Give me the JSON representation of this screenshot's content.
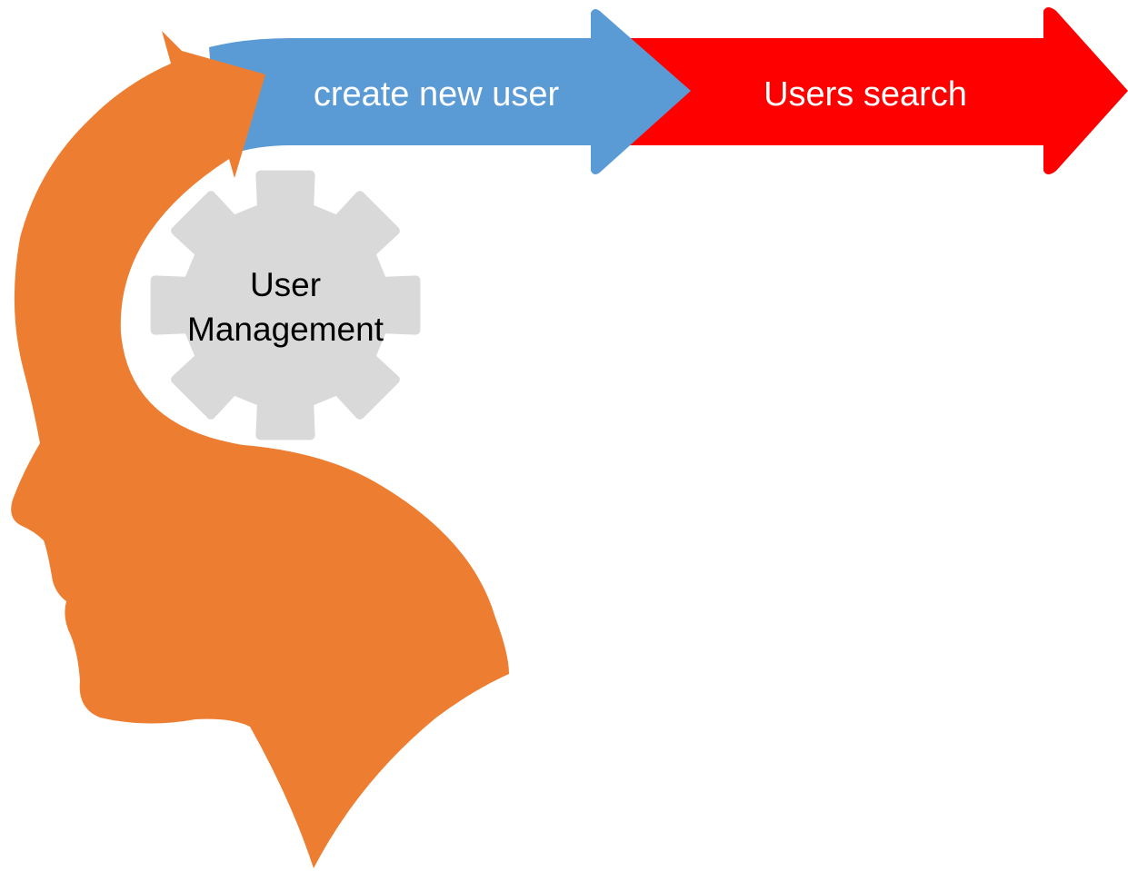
{
  "diagram": {
    "steps": [
      {
        "label": "create new user",
        "color": "#5B9BD5",
        "text_color": "#FFFFFF"
      },
      {
        "label": "Users search",
        "color": "#FF0000",
        "text_color": "#FFFFFF"
      }
    ],
    "hub": {
      "label_line1": "User",
      "label_line2": "Management",
      "color": "#D9D9D9",
      "text_color": "#000000",
      "icon": "gear-icon"
    },
    "head": {
      "icon": "human-head-profile-icon",
      "color": "#ED7D31"
    }
  }
}
